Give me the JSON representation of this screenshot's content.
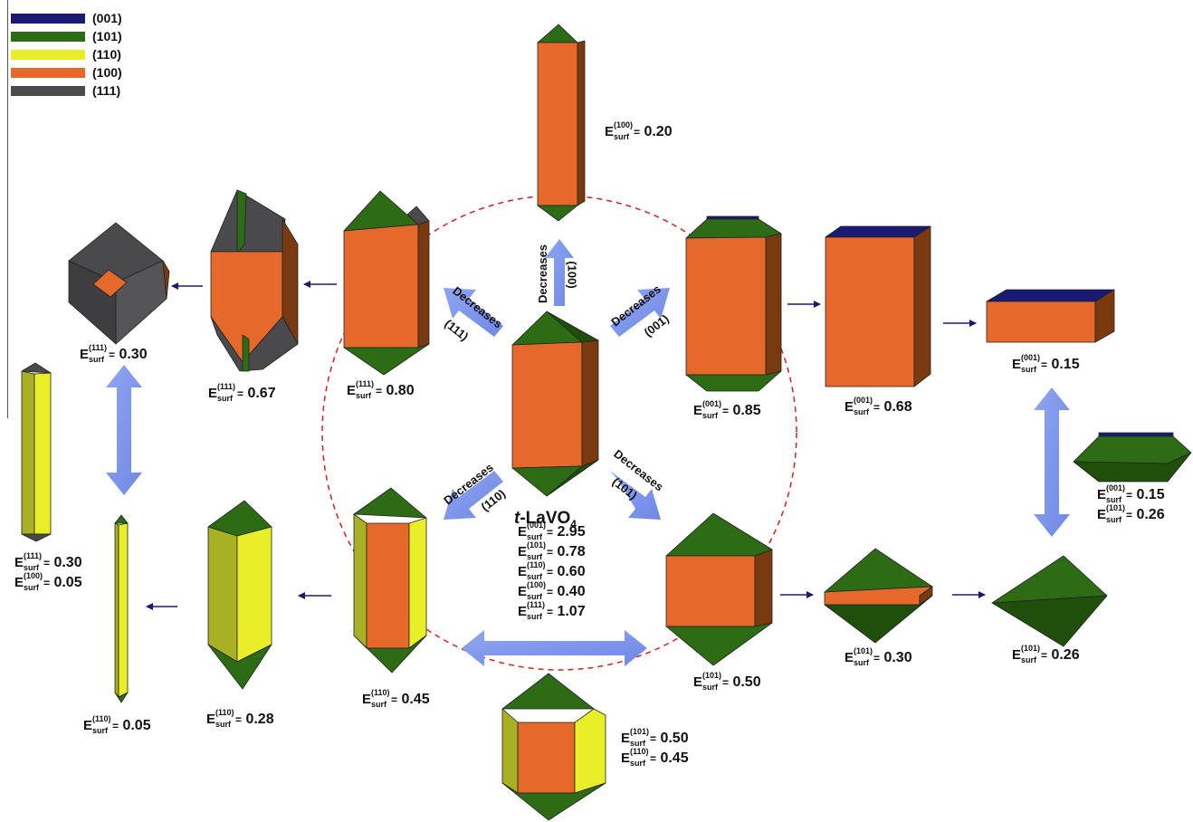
{
  "legend": [
    {
      "label": "(001)",
      "color": "#1a1a72"
    },
    {
      "label": "(101)",
      "color": "#2d6b14"
    },
    {
      "label": "(110)",
      "color": "#e8ee28"
    },
    {
      "label": "(100)",
      "color": "#e4692a"
    },
    {
      "label": "(111)",
      "color": "#4a4a4c"
    }
  ],
  "center": {
    "name_prefix": "t",
    "name_rest": "-LaVO",
    "name_sub": "4",
    "energies": [
      {
        "plane": "(001)",
        "value": "2.95"
      },
      {
        "plane": "(101)",
        "value": "0.78"
      },
      {
        "plane": "(110)",
        "value": "0.60"
      },
      {
        "plane": "(100)",
        "value": "0.40"
      },
      {
        "plane": "(111)",
        "value": "1.07"
      }
    ]
  },
  "symbols": {
    "E": "E",
    "sub": "surf",
    "eq": "="
  },
  "arrows": {
    "word": "Decreases",
    "up": "(100)",
    "upleft": "(111)",
    "upright": "(001)",
    "downleft": "(110)",
    "downright": "(101)"
  },
  "labels": [
    {
      "id": "top",
      "lines": [
        {
          "plane": "(100)",
          "value": "0.20"
        }
      ]
    },
    {
      "id": "r1",
      "lines": [
        {
          "plane": "(001)",
          "value": "0.85"
        }
      ]
    },
    {
      "id": "r2",
      "lines": [
        {
          "plane": "(001)",
          "value": "0.68"
        }
      ]
    },
    {
      "id": "r3",
      "lines": [
        {
          "plane": "(001)",
          "value": "0.15"
        }
      ]
    },
    {
      "id": "r4",
      "lines": [
        {
          "plane": "(001)",
          "value": "0.15"
        },
        {
          "plane": "(101)",
          "value": "0.26"
        }
      ]
    },
    {
      "id": "l1",
      "lines": [
        {
          "plane": "(111)",
          "value": "0.80"
        }
      ]
    },
    {
      "id": "l2",
      "lines": [
        {
          "plane": "(111)",
          "value": "0.67"
        }
      ]
    },
    {
      "id": "l3",
      "lines": [
        {
          "plane": "(111)",
          "value": "0.30"
        }
      ]
    },
    {
      "id": "l4",
      "lines": [
        {
          "plane": "(111)",
          "value": "0.30"
        },
        {
          "plane": "(100)",
          "value": "0.05"
        }
      ]
    },
    {
      "id": "bl1",
      "lines": [
        {
          "plane": "(110)",
          "value": "0.45"
        }
      ]
    },
    {
      "id": "bl2",
      "lines": [
        {
          "plane": "(110)",
          "value": "0.28"
        }
      ]
    },
    {
      "id": "bl3",
      "lines": [
        {
          "plane": "(110)",
          "value": "0.05"
        }
      ]
    },
    {
      "id": "br1",
      "lines": [
        {
          "plane": "(101)",
          "value": "0.50"
        }
      ]
    },
    {
      "id": "br2",
      "lines": [
        {
          "plane": "(101)",
          "value": "0.30"
        }
      ]
    },
    {
      "id": "br3",
      "lines": [
        {
          "plane": "(101)",
          "value": "0.26"
        }
      ]
    },
    {
      "id": "bottom",
      "lines": [
        {
          "plane": "(101)",
          "value": "0.50"
        },
        {
          "plane": "(110)",
          "value": "0.45"
        }
      ]
    }
  ]
}
